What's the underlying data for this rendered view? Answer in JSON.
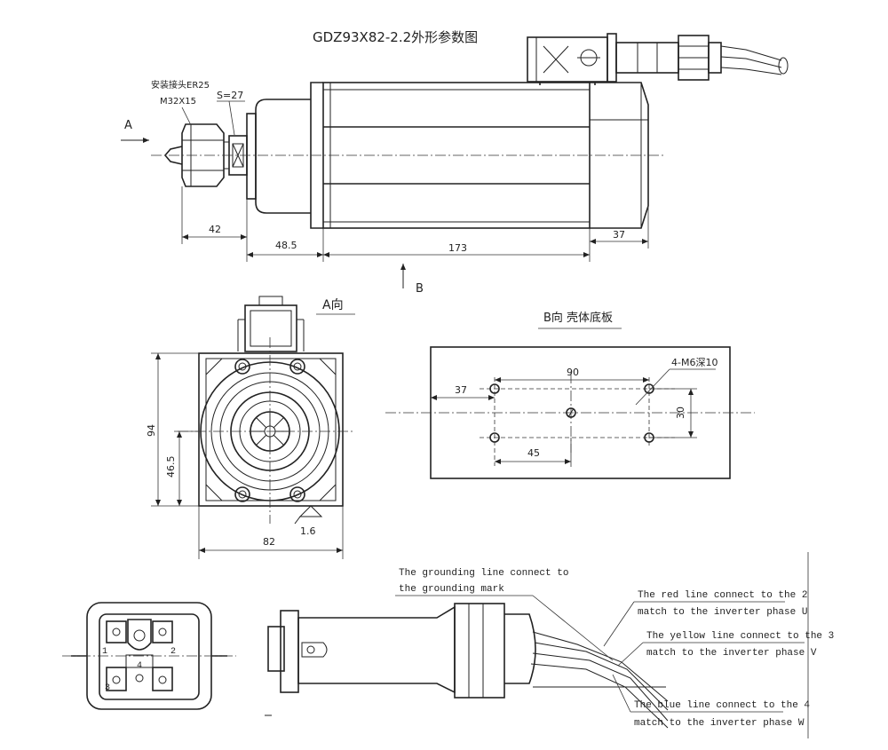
{
  "title": "GDZ93X82-2.2外形参数图",
  "side_view": {
    "collet_note_1": "安装接头ER25",
    "collet_note_2": "M32X15",
    "wrench": "S=27",
    "arrow_a": "A",
    "arrow_b": "B",
    "dims": {
      "d42": "42",
      "d48_5": "48.5",
      "d173": "173",
      "d37": "37"
    }
  },
  "view_a": {
    "label": "A向",
    "dims": {
      "h94": "94",
      "h46_5": "46.5",
      "w82": "82",
      "chamfer": "1.6"
    }
  },
  "view_b": {
    "label": "B向 壳体底板",
    "holes": "4-M6深10",
    "dims": {
      "d90": "90",
      "d37": "37",
      "d30": "30",
      "d45": "45"
    }
  },
  "connector": {
    "pins": [
      "1",
      "2",
      "3",
      "4"
    ]
  },
  "cable_notes": {
    "ground_1": "The grounding line connect to",
    "ground_2": "the grounding mark",
    "red_1": "The red line connect to the 2",
    "red_2": "match to the inverter phase U",
    "yellow_1": "The yellow line connect to the 3",
    "yellow_2": "match to the inverter phase V",
    "blue_1": "The blue line connect to the 4",
    "blue_2": "match to the inverter phase W"
  }
}
